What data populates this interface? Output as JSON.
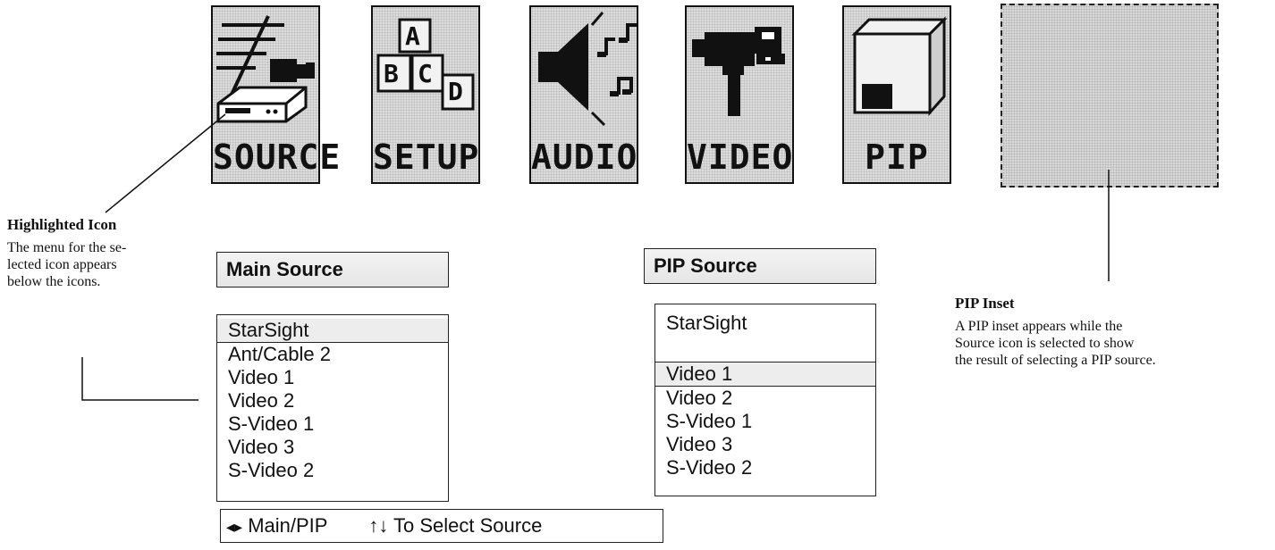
{
  "icons": [
    {
      "id": "source",
      "label": "SOURCE"
    },
    {
      "id": "setup",
      "label": "SETUP",
      "blocks": [
        "A",
        "B",
        "C",
        "D"
      ]
    },
    {
      "id": "audio",
      "label": "AUDIO"
    },
    {
      "id": "video",
      "label": "VIDEO"
    },
    {
      "id": "pip",
      "label": "PIP"
    }
  ],
  "notes": {
    "highlighted": {
      "title": "Highlighted Icon",
      "lines": [
        "The menu for the se-",
        "lected icon appears",
        "below the icons."
      ]
    },
    "pip_inset": {
      "title": "PIP Inset",
      "lines": [
        "A PIP inset appears while the",
        "Source icon is selected to show",
        "the result of selecting a PIP source."
      ]
    }
  },
  "main_menu": {
    "title": "Main Source",
    "items": [
      "StarSight",
      "Ant/Cable 2",
      "Video 1",
      "Video 2",
      "S-Video 1",
      "Video 3",
      "S-Video 2"
    ],
    "selected": "StarSight"
  },
  "pip_menu": {
    "title": "PIP Source",
    "items": [
      "StarSight",
      "Video 1",
      "Video 2",
      "S-Video 1",
      "Video 3",
      "S-Video 2"
    ],
    "selected": "Video 1"
  },
  "help_bar": {
    "main_pip_glyph": "◂▸",
    "main_pip_label": "Main/PIP",
    "select_glyph": "↑↓",
    "select_label": "To Select Source"
  }
}
